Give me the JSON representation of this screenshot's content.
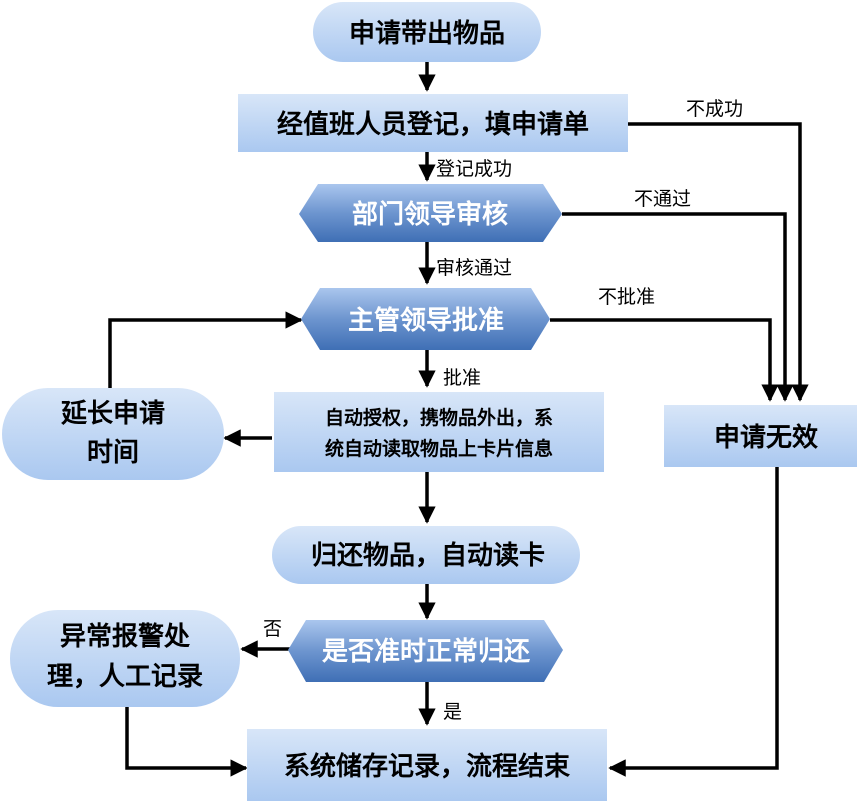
{
  "colors": {
    "box_light": "#aac8f0",
    "box_gradient_end": "#d8e6f8",
    "hex_dark": "#3f6fb5",
    "hex_mid": "#6d95cf",
    "hex_light": "#aac6ee",
    "line": "#000000",
    "text_dark": "#000000",
    "text_light": "#ffffff"
  },
  "nodes": {
    "request": {
      "label": "申请带出物品"
    },
    "register": {
      "label": "经值班人员登记，填申请单"
    },
    "dept": {
      "label": "部门领导审核"
    },
    "manager": {
      "label": "主管领导批准"
    },
    "auth": {
      "line1": "自动授权，携物品外出，系",
      "line2": "统自动读取物品上卡片信息"
    },
    "extend": {
      "line1": "延长申请",
      "line2": "时间"
    },
    "invalid": {
      "label": "申请无效"
    },
    "return": {
      "label": "归还物品，自动读卡"
    },
    "ontime": {
      "label": "是否准时正常归还"
    },
    "exception": {
      "line1": "异常报警处",
      "line2": "理，人工记录"
    },
    "end": {
      "label": "系统储存记录，流程结束"
    }
  },
  "edges": {
    "register_ok": "登记成功",
    "register_fail": "不成功",
    "dept_ok": "审核通过",
    "dept_fail": "不通过",
    "manager_ok": "批准",
    "manager_fail": "不批准",
    "ontime_no": "否",
    "ontime_yes": "是"
  }
}
